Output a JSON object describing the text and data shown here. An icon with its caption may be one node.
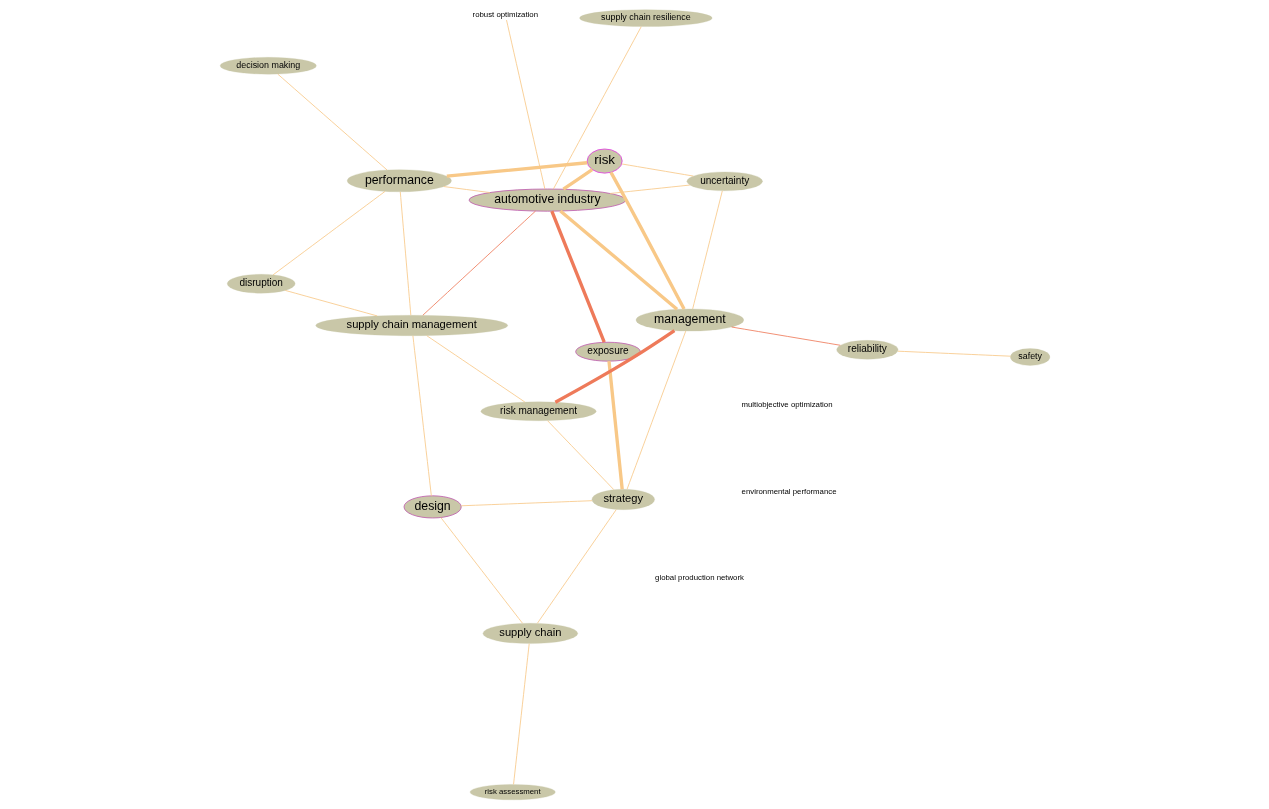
{
  "diagram": {
    "nodes": [
      {
        "text": [
          "strategy"
        ]
      },
      {
        "text": [
          "exposure"
        ]
      },
      {
        "text": [
          "supply chain management"
        ]
      },
      {
        "text": [
          "disruption"
        ]
      },
      {
        "text": [
          "performance"
        ]
      },
      {
        "text": [
          "risk management"
        ]
      },
      {
        "text": [
          "robust optimization"
        ]
      },
      {
        "text": [
          "risk"
        ]
      },
      {
        "text": [
          "environmental performance"
        ]
      },
      {
        "text": [
          "automotive industry"
        ]
      },
      {
        "text": [
          "multiobjective optimization"
        ]
      },
      {
        "text": [
          "uncertainty"
        ]
      },
      {
        "text": [
          "supply chain resilience"
        ]
      },
      {
        "text": [
          "reliability"
        ]
      },
      {
        "text": [
          "global production network"
        ]
      },
      {
        "text": [
          "management"
        ]
      },
      {
        "text": [
          "safety"
        ]
      },
      {
        "text": [
          "decision making"
        ]
      },
      {
        "text": [
          "design"
        ]
      },
      {
        "text": [
          "risk assessment"
        ]
      },
      {
        "text": [
          "supply chain"
        ]
      }
    ],
    "edges": [
      {
        "from": 1,
        "to": 9,
        "arrow": "none",
        "style": "thick",
        "color": "#ee7a5a"
      },
      {
        "from": 1,
        "to": 0,
        "arrow": "none",
        "style": "thick"
      },
      {
        "from": 4,
        "to": 7,
        "arrow": "none",
        "style": "thick"
      },
      {
        "from": 7,
        "to": 9,
        "arrow": "none",
        "style": "thick"
      },
      {
        "from": 7,
        "to": 15,
        "arrow": "none",
        "style": "thick"
      },
      {
        "from": 4,
        "to": 9,
        "arrow": "none"
      },
      {
        "from": 0,
        "to": 15,
        "arrow": "none"
      },
      {
        "from": 2,
        "to": 5,
        "arrow": "none"
      },
      {
        "from": 5,
        "to": 15,
        "arrow": "none",
        "style": "thick",
        "color": "#ee7a5a"
      },
      {
        "from": 9,
        "to": 15,
        "arrow": "none",
        "style": "thick"
      },
      {
        "from": 18,
        "to": 20,
        "arrow": "none"
      },
      {
        "from": 11,
        "to": 15,
        "arrow": "none"
      },
      {
        "from": 13,
        "to": 15,
        "arrow": "none",
        "color": "#ee7a5a"
      },
      {
        "from": 13,
        "to": 16,
        "arrow": "none"
      },
      {
        "from": 7,
        "to": 11,
        "arrow": "none"
      },
      {
        "from": 4,
        "to": 2,
        "arrow": "none"
      },
      {
        "from": 3,
        "to": 2,
        "arrow": "none"
      },
      {
        "from": 0,
        "to": 20,
        "arrow": "none"
      },
      {
        "from": 11,
        "to": 9,
        "arrow": "none"
      },
      {
        "from": 0,
        "to": 18,
        "arrow": "none"
      },
      {
        "from": 2,
        "to": 18,
        "arrow": "none"
      },
      {
        "from": 17,
        "to": 4,
        "arrow": "none"
      },
      {
        "from": 19,
        "to": 20,
        "arrow": "none"
      },
      {
        "from": 6,
        "to": 9,
        "arrow": "none"
      },
      {
        "from": 2,
        "to": 9,
        "arrow": "none",
        "color": "#ee7a5a"
      },
      {
        "from": 12,
        "to": 9,
        "arrow": "none"
      },
      {
        "from": 3,
        "to": 4,
        "arrow": "none"
      },
      {
        "from": 0,
        "to": 5,
        "arrow": "none"
      }
    ]
  }
}
